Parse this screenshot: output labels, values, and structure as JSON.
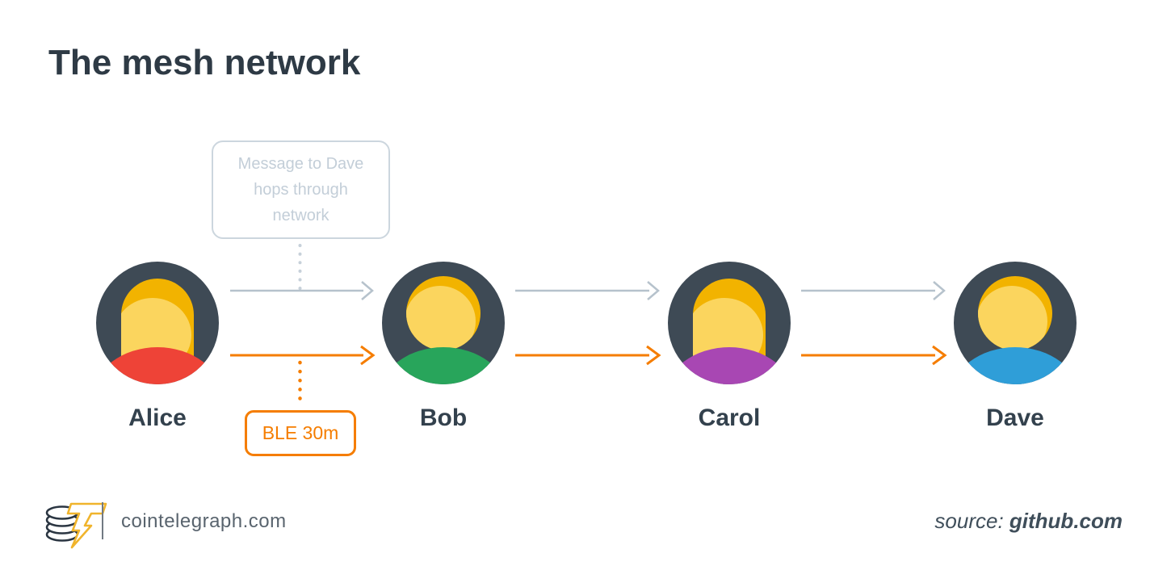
{
  "title": "The mesh network",
  "callout": {
    "text": "Message to Dave hops through network"
  },
  "ble": {
    "label": "BLE 30m"
  },
  "people": [
    {
      "name": "Alice",
      "type": "female",
      "shirt_color": "#ee4337"
    },
    {
      "name": "Bob",
      "type": "male",
      "shirt_color": "#28a55b"
    },
    {
      "name": "Carol",
      "type": "female",
      "shirt_color": "#a847b3"
    },
    {
      "name": "Dave",
      "type": "male",
      "shirt_color": "#2f9ed8"
    }
  ],
  "colors": {
    "accent_orange": "#f57d00",
    "connector_gray": "#b6c2cc",
    "muted_gray": "#c7d1da",
    "avatar_bg": "#3e4a55",
    "hair_dark": "#f2b300",
    "hair_light": "#fbd55e",
    "logo_dark": "#2b3642",
    "logo_yellow": "#f0b42c",
    "text_dark": "#2e3a45"
  },
  "footer": {
    "logo_icon": "coin-stack-lightning-icon",
    "brand": "cointelegraph.com",
    "source_label": "source:",
    "source_value": "github.com"
  }
}
